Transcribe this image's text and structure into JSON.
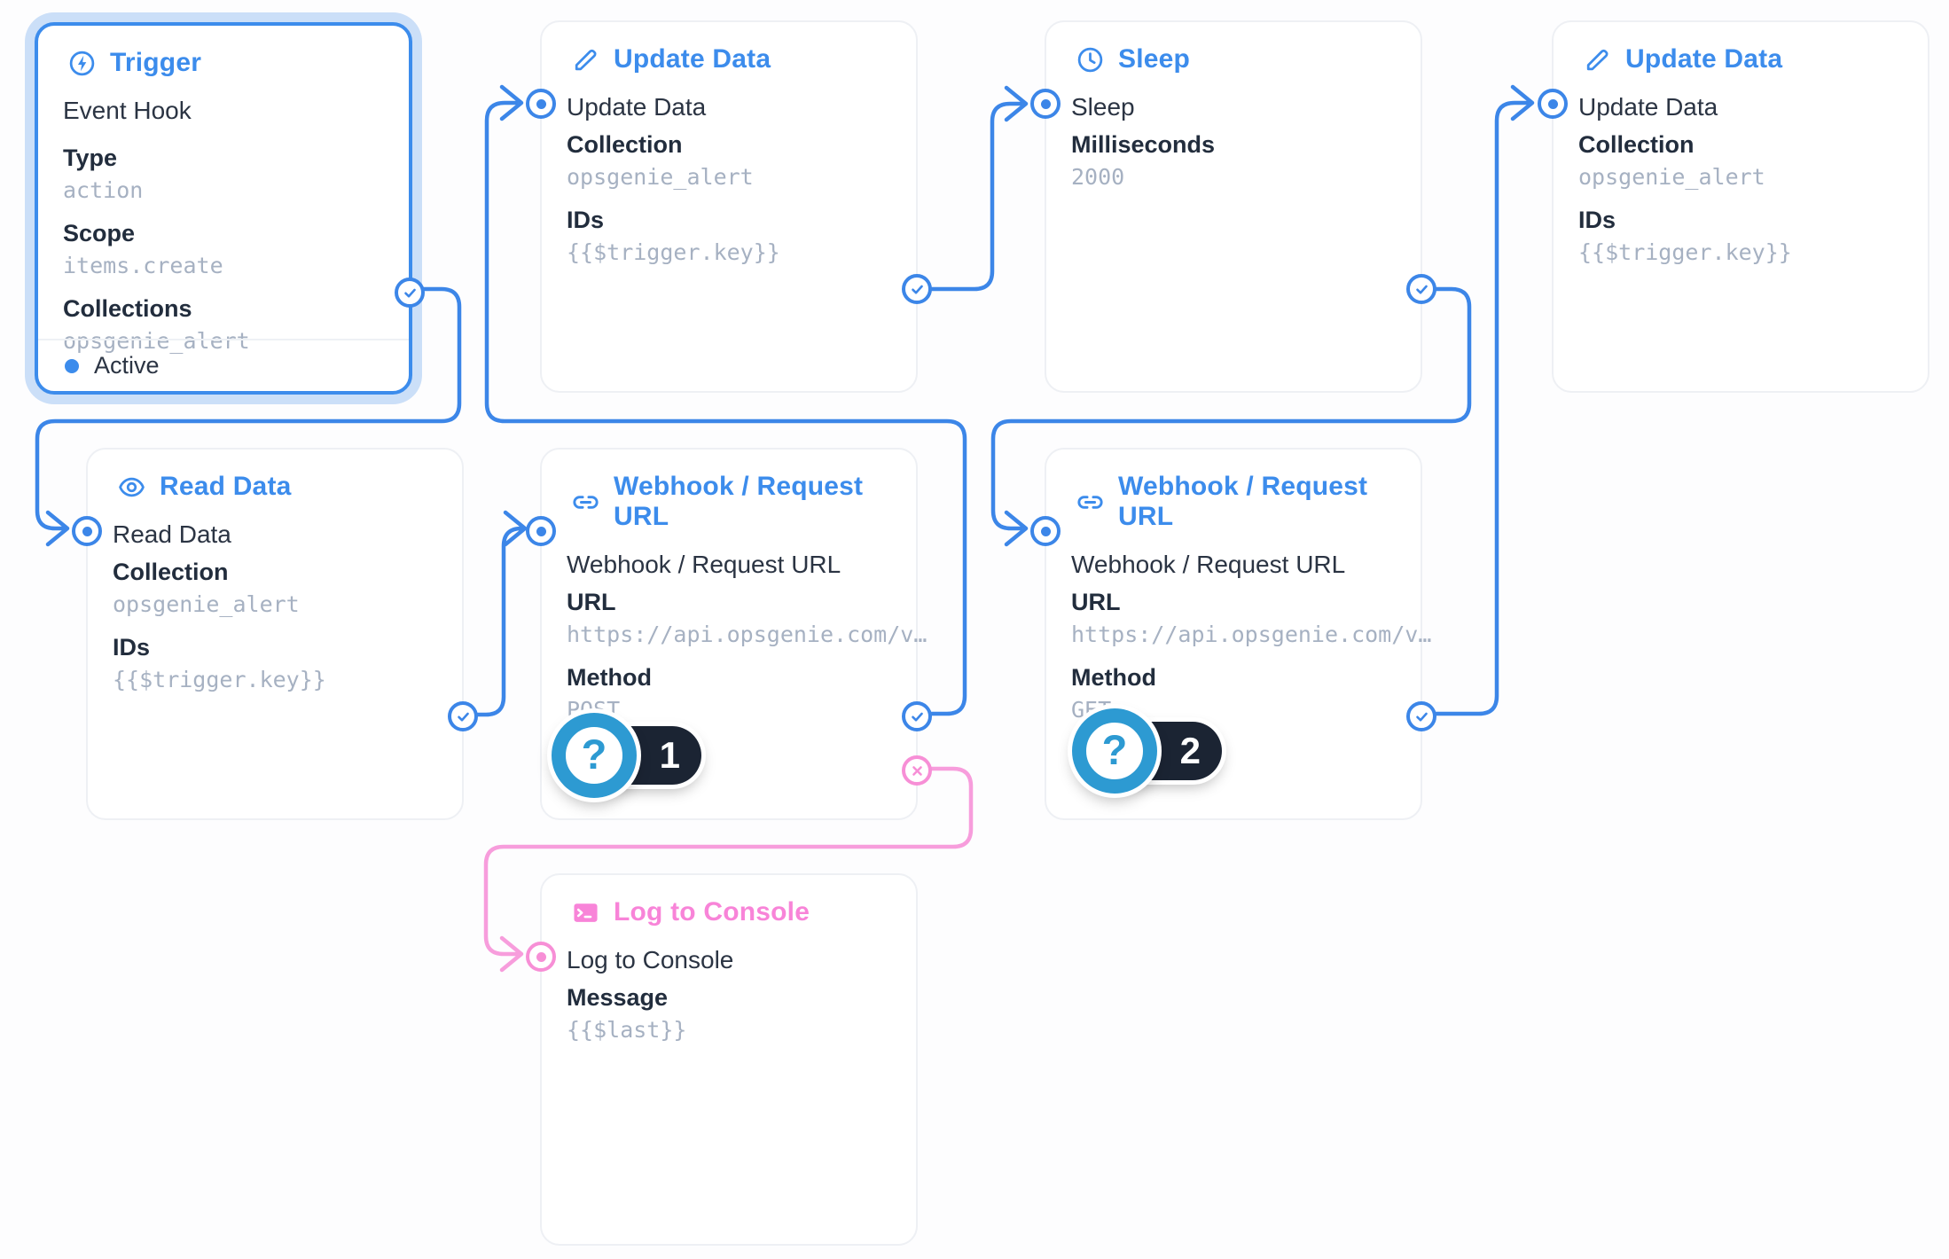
{
  "app": "flow-editor-canvas",
  "colors": {
    "accent_blue": "#3c8cec",
    "line_blue": "#3c86e8",
    "badge_circle_blue": "#2d9ad2",
    "pink_title": "#f884d8",
    "pink_line": "#f79ddc",
    "text_dark": "#2b3443",
    "label_dark": "#222d3d",
    "value_gray": "#a6b1c2",
    "pill_dark": "#1b2433",
    "selected_glow": "#cbdff8"
  },
  "nodes": [
    {
      "id": "trigger",
      "icon": "bolt-circle-icon",
      "title": "Trigger",
      "name": "Event Hook",
      "fields": [
        {
          "label": "Type",
          "value": "action"
        },
        {
          "label": "Scope",
          "value": "items.create"
        },
        {
          "label": "Collections",
          "value": "opsgenie_alert"
        }
      ],
      "status": "Active",
      "selected": true
    },
    {
      "id": "update-data-1",
      "icon": "pencil-icon",
      "title": "Update Data",
      "name": "Update Data",
      "fields": [
        {
          "label": "Collection",
          "value": "opsgenie_alert"
        },
        {
          "label": "IDs",
          "value": "{{$trigger.key}}"
        }
      ]
    },
    {
      "id": "sleep",
      "icon": "clock-icon",
      "title": "Sleep",
      "name": "Sleep",
      "fields": [
        {
          "label": "Milliseconds",
          "value": "2000"
        }
      ]
    },
    {
      "id": "update-data-2",
      "icon": "pencil-icon",
      "title": "Update Data",
      "name": "Update Data",
      "fields": [
        {
          "label": "Collection",
          "value": "opsgenie_alert"
        },
        {
          "label": "IDs",
          "value": "{{$trigger.key}}"
        }
      ]
    },
    {
      "id": "read-data",
      "icon": "eye-icon",
      "title": "Read Data",
      "name": "Read Data",
      "fields": [
        {
          "label": "Collection",
          "value": "opsgenie_alert"
        },
        {
          "label": "IDs",
          "value": "{{$trigger.key}}"
        }
      ]
    },
    {
      "id": "webhook-post",
      "icon": "link-icon",
      "title": "Webhook / Request URL",
      "name": "Webhook / Request URL",
      "fields": [
        {
          "label": "URL",
          "value": "https://api.opsgenie.com/v…"
        },
        {
          "label": "Method",
          "value": "POST"
        }
      ],
      "badge": "1"
    },
    {
      "id": "webhook-get",
      "icon": "link-icon",
      "title": "Webhook / Request URL",
      "name": "Webhook / Request URL",
      "fields": [
        {
          "label": "URL",
          "value": "https://api.opsgenie.com/v…"
        },
        {
          "label": "Method",
          "value": "GET"
        }
      ],
      "badge": "2"
    },
    {
      "id": "log-to-console",
      "icon": "terminal-icon",
      "title": "Log to Console",
      "name": "Log to Console",
      "fields": [
        {
          "label": "Message",
          "value": "{{$last}}"
        }
      ]
    }
  ],
  "connections": [
    {
      "from": "trigger",
      "port": "resolve",
      "to": "read-data"
    },
    {
      "from": "read-data",
      "port": "resolve",
      "to": "webhook-post"
    },
    {
      "from": "webhook-post",
      "port": "resolve",
      "to": "update-data-1"
    },
    {
      "from": "update-data-1",
      "port": "resolve",
      "to": "sleep"
    },
    {
      "from": "sleep",
      "port": "resolve",
      "to": "webhook-get"
    },
    {
      "from": "webhook-get",
      "port": "resolve",
      "to": "update-data-2"
    },
    {
      "from": "webhook-post",
      "port": "reject",
      "to": "log-to-console"
    }
  ]
}
